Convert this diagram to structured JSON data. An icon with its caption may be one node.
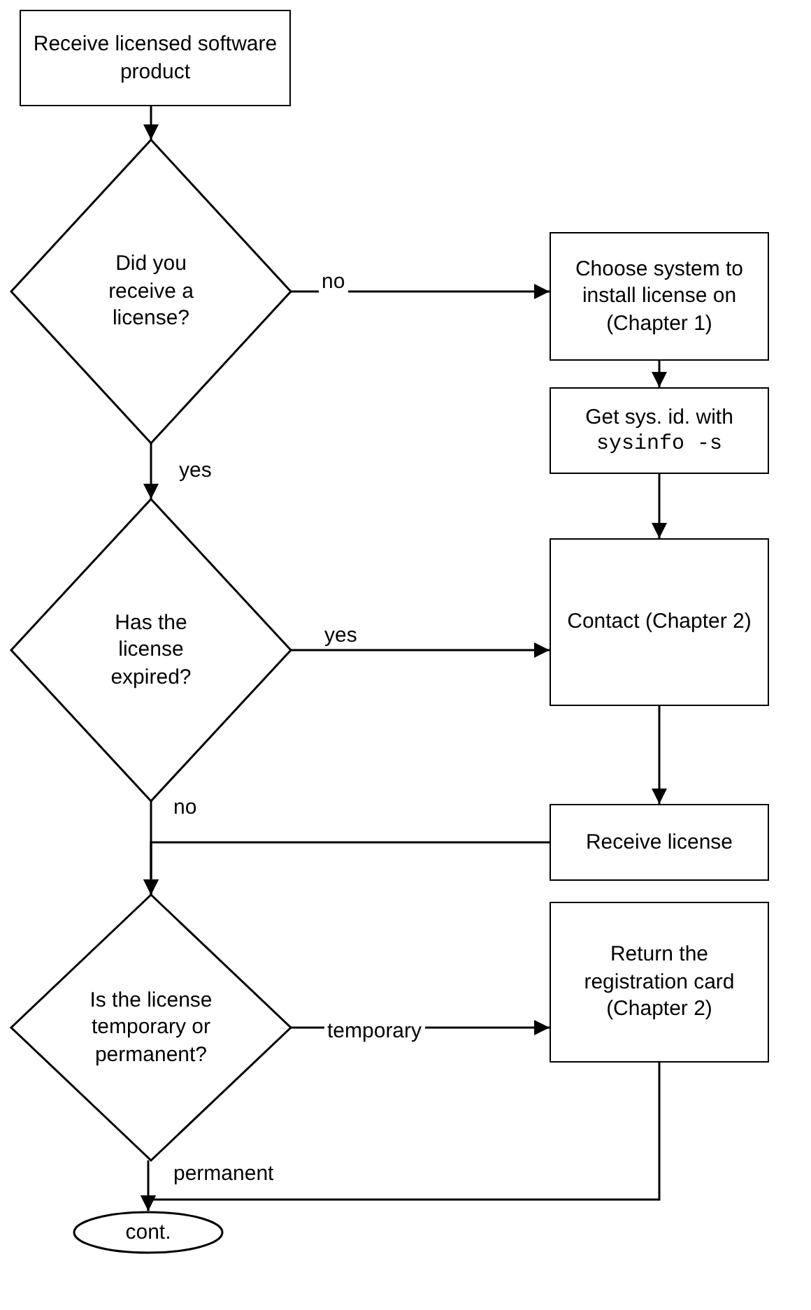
{
  "diagram": {
    "nodes": [
      {
        "text": [
          "Receive licensed software product"
        ]
      },
      {
        "text": [
          "Did you receive a license?"
        ]
      },
      {
        "text": [
          "Choose system to install license on (Chapter 1)"
        ]
      },
      {
        "text": [
          "Get sys. id. with",
          "sysinfo -s"
        ]
      },
      {
        "text": [
          "Has the license expired?"
        ]
      },
      {
        "text": [
          "Contact (Chapter 2)"
        ]
      },
      {
        "text": [
          "Receive license"
        ]
      },
      {
        "text": [
          "Is the license temporary or permanent?"
        ]
      },
      {
        "text": [
          "Return the registration card (Chapter 2)"
        ]
      },
      {
        "text": [
          "cont."
        ]
      }
    ],
    "edges": [
      {
        "from": 0,
        "to": 1,
        "arrow": "to"
      },
      {
        "from": 1,
        "to": 2,
        "arrow": "to",
        "label": "no"
      },
      {
        "from": 1,
        "to": 4,
        "arrow": "to",
        "label": "yes"
      },
      {
        "from": 2,
        "to": 3,
        "arrow": "to"
      },
      {
        "from": 3,
        "to": 5,
        "arrow": "to"
      },
      {
        "from": 4,
        "to": 5,
        "arrow": "to",
        "label": "yes"
      },
      {
        "from": 4,
        "to": 7,
        "arrow": "to",
        "label": "no"
      },
      {
        "from": 5,
        "to": 6,
        "arrow": "to"
      },
      {
        "from": 6,
        "to": 7,
        "arrow": "to"
      },
      {
        "from": 7,
        "to": 8,
        "arrow": "to",
        "label": "temporary"
      },
      {
        "from": 7,
        "to": 9,
        "arrow": "to",
        "label": "permanent"
      },
      {
        "from": 8,
        "to": 9,
        "arrow": "to"
      }
    ]
  }
}
